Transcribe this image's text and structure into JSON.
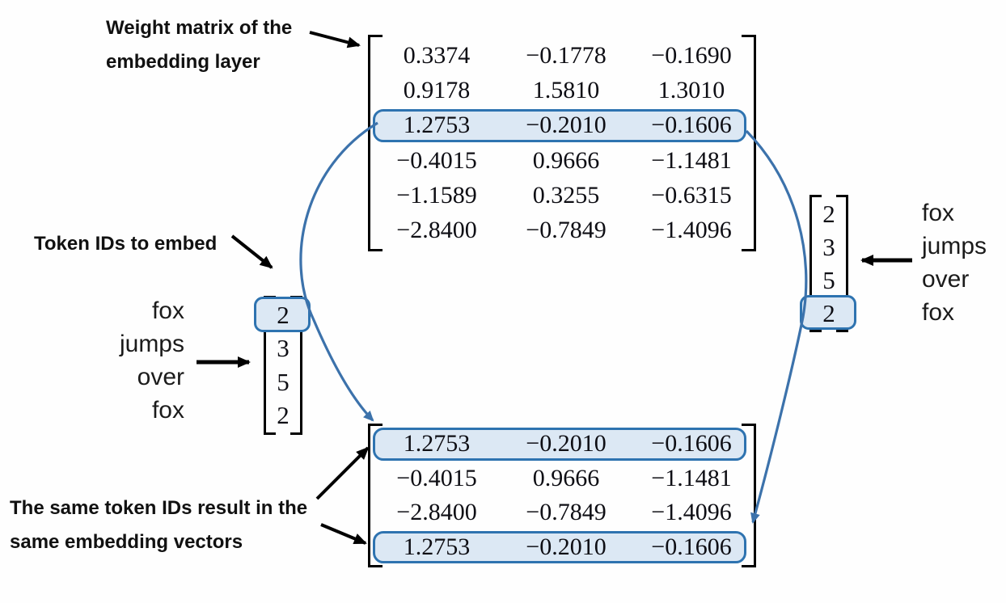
{
  "diagram": {
    "annotations": {
      "weight_matrix_line1": "Weight matrix of the",
      "weight_matrix_line2": "embedding layer",
      "token_ids": "Token IDs to embed",
      "same_ids_line1": "The same token IDs result in the",
      "same_ids_line2": "same embedding vectors"
    },
    "weight_matrix": {
      "highlighted_row": 2,
      "rows": [
        [
          "0.3374",
          "−0.1778",
          "−0.1690"
        ],
        [
          "0.9178",
          "1.5810",
          "1.3010"
        ],
        [
          "1.2753",
          "−0.2010",
          "−0.1606"
        ],
        [
          "−0.4015",
          "0.9666",
          "−1.1481"
        ],
        [
          "−1.1589",
          "0.3255",
          "−0.6315"
        ],
        [
          "−2.8400",
          "−0.7849",
          "−1.4096"
        ]
      ]
    },
    "token_ids_vector": [
      "2",
      "3",
      "5",
      "2"
    ],
    "words": [
      "fox",
      "jumps",
      "over",
      "fox"
    ],
    "output_matrix": {
      "highlighted_rows": [
        0,
        3
      ],
      "rows": [
        [
          "1.2753",
          "−0.2010",
          "−0.1606"
        ],
        [
          "−0.4015",
          "0.9666",
          "−1.1481"
        ],
        [
          "−2.8400",
          "−0.7849",
          "−1.4096"
        ],
        [
          "1.2753",
          "−0.2010",
          "−0.1606"
        ]
      ]
    },
    "colors": {
      "highlight_border": "#2e73b0",
      "highlight_fill": "#dce8f4",
      "arrow_blue": "#3c72ab",
      "arrow_black": "#000000"
    }
  }
}
